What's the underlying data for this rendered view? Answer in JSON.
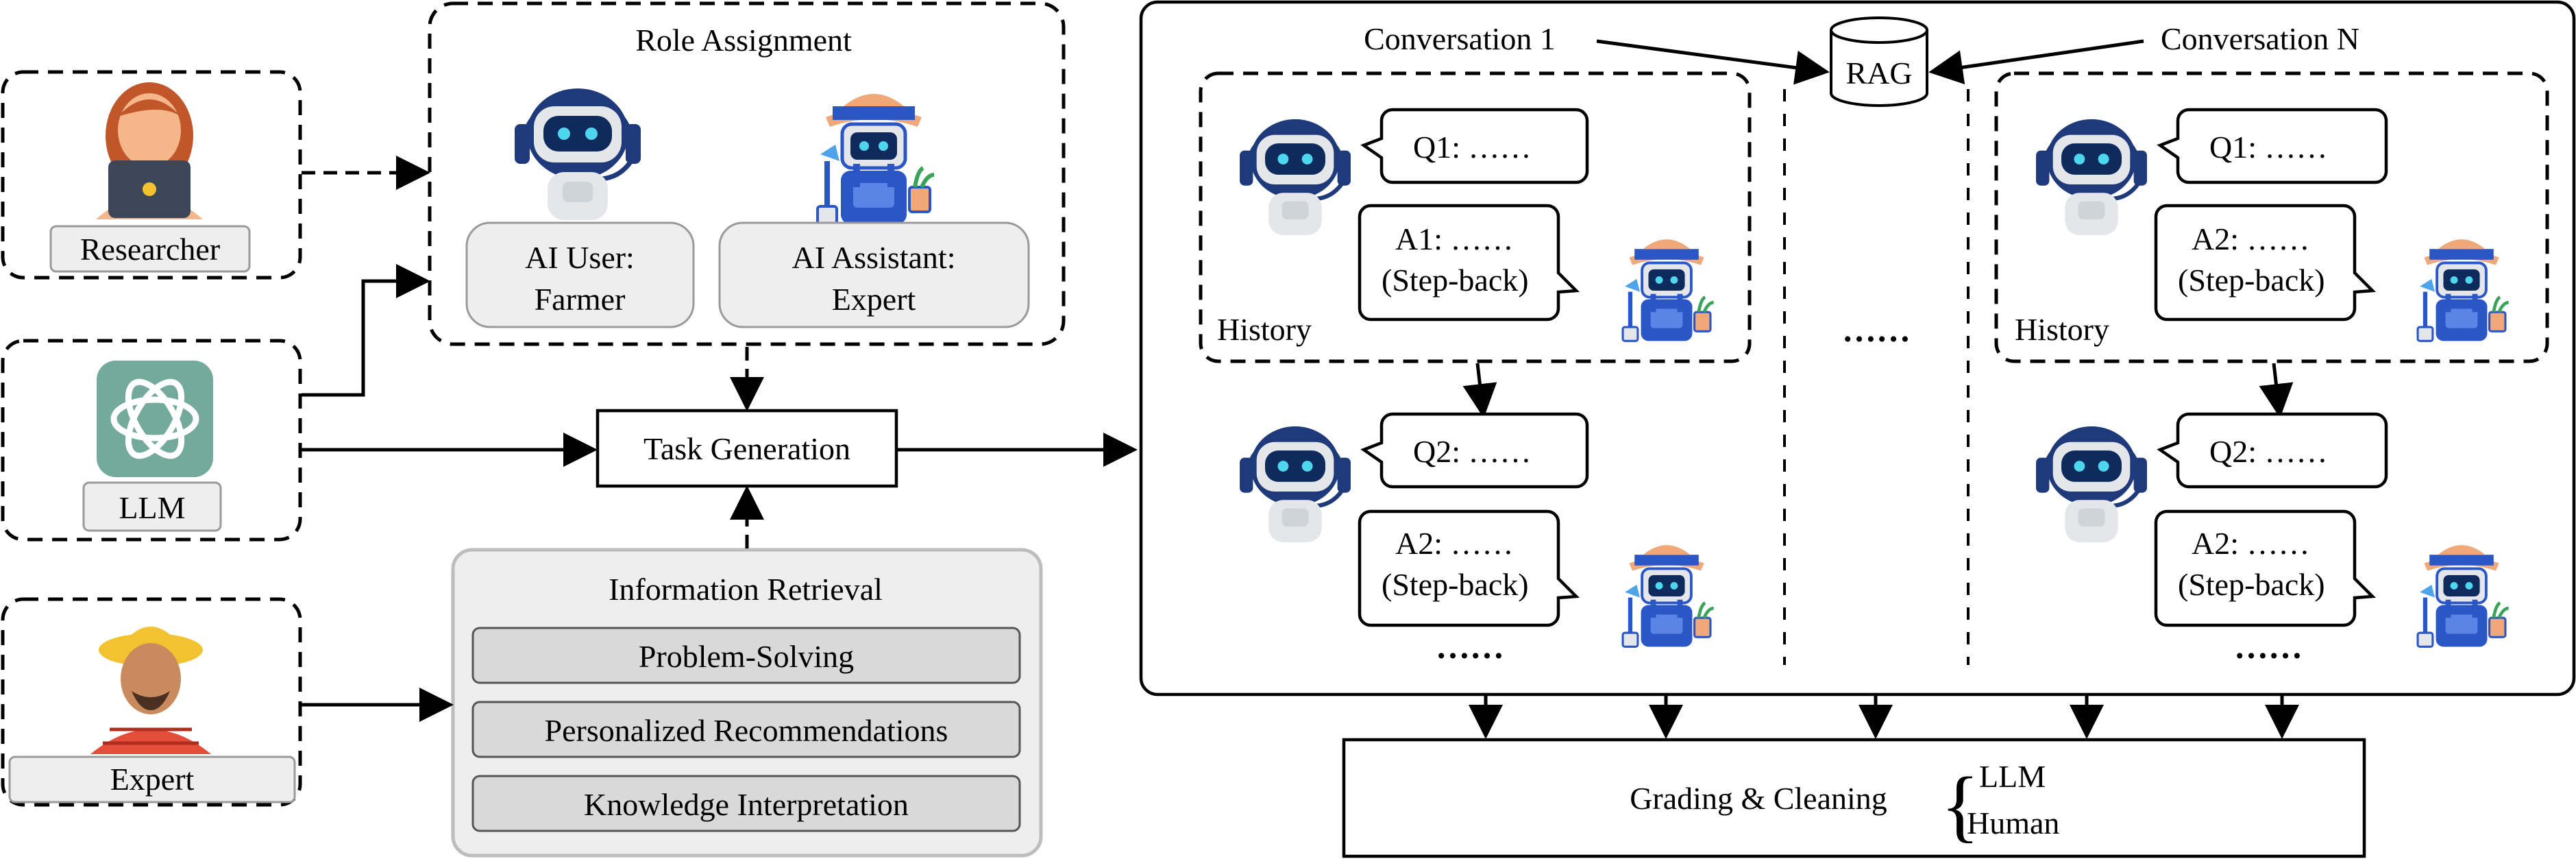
{
  "sources": {
    "researcher": {
      "label": "Researcher"
    },
    "llm": {
      "label": "LLM"
    },
    "expert": {
      "label": "Expert"
    }
  },
  "role_assignment": {
    "title": "Role Assignment",
    "user_line1": "AI User:",
    "user_line2": "Farmer",
    "assistant_line1": "AI Assistant:",
    "assistant_line2": "Expert"
  },
  "task_generation": {
    "label": "Task Generation"
  },
  "info_retrieval": {
    "title": "Information Retrieval",
    "items": [
      "Problem-Solving",
      "Personalized Recommendations",
      "Knowledge Interpretation"
    ]
  },
  "conversations": {
    "rag": "RAG",
    "conv1_title": "Conversation 1",
    "convN_title": "Conversation N",
    "history": "History",
    "between_ellipsis": "……",
    "bottom_ellipsis": "……",
    "conv1": {
      "q1": "Q1: ……",
      "a1_line1": "A1: ……",
      "a1_line2": "(Step-back)",
      "q2": "Q2: ……",
      "a2_line1": "A2: ……",
      "a2_line2": "(Step-back)"
    },
    "convN": {
      "q1": "Q1: ……",
      "a1_line1": "A2: ……",
      "a1_line2": "(Step-back)",
      "q2": "Q2: ……",
      "a2_line1": "A2: ……",
      "a2_line2": "(Step-back)"
    }
  },
  "grading": {
    "label": "Grading & Cleaning",
    "brace": "{",
    "opt1": "LLM",
    "opt2": "Human"
  },
  "colors": {
    "robot_navy": "#1f3a7a",
    "robot_screen": "#0f2a5c",
    "robot_eye": "#4fd6ef",
    "robot_body": "#e4e6ea",
    "hat": "#f0a878",
    "overalls": "#2a56c6",
    "chatgpt_green": "#74aa9c",
    "researcher_hair": "#c1562a",
    "expert_hat": "#f3c230",
    "expert_shirt": "#e34d3a"
  }
}
